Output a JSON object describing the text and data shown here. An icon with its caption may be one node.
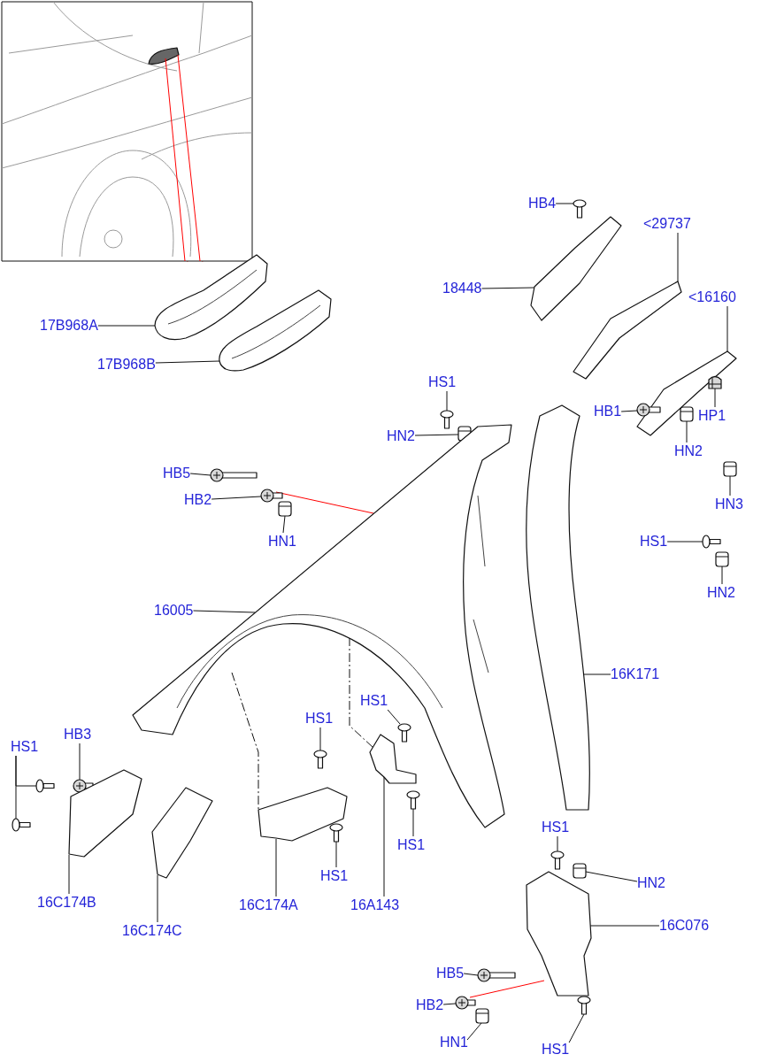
{
  "diagram": {
    "nodes": [
      {
        "text": [],
        "shape": "picture"
      },
      {
        "text": [],
        "shape": "picture"
      },
      {
        "text": [
          "17B968A"
        ]
      },
      {
        "text": [],
        "shape": "picture"
      },
      {
        "text": [
          "17B968B"
        ]
      },
      {
        "text": [],
        "shape": "picture"
      },
      {
        "text": [
          "HB4"
        ]
      },
      {
        "text": [],
        "shape": "picture"
      },
      {
        "text": [
          "18448"
        ]
      },
      {
        "text": [],
        "shape": "picture"
      },
      {
        "text": [
          "<29737"
        ]
      },
      {
        "text": [],
        "shape": "picture"
      },
      {
        "text": [
          "<16160"
        ]
      },
      {
        "text": [],
        "shape": "picture"
      },
      {
        "text": [
          "HB1"
        ]
      },
      {
        "text": [],
        "shape": "picture"
      },
      {
        "text": [
          "HP1"
        ]
      },
      {
        "text": [],
        "shape": "picture"
      },
      {
        "text": [
          "HN2"
        ]
      },
      {
        "text": [],
        "shape": "picture"
      },
      {
        "text": [
          "HN3"
        ]
      },
      {
        "text": [],
        "shape": "picture"
      },
      {
        "text": [
          "HS1"
        ]
      },
      {
        "text": [],
        "shape": "picture"
      },
      {
        "text": [
          "HN2"
        ]
      },
      {
        "text": [],
        "shape": "picture"
      },
      {
        "text": [
          "HS1"
        ]
      },
      {
        "text": [],
        "shape": "picture"
      },
      {
        "text": [
          "HN2"
        ]
      },
      {
        "text": [],
        "shape": "picture"
      },
      {
        "text": [
          "HB5"
        ]
      },
      {
        "text": [],
        "shape": "picture"
      },
      {
        "text": [
          "HB2"
        ]
      },
      {
        "text": [],
        "shape": "picture"
      },
      {
        "text": [
          "HN1"
        ]
      },
      {
        "text": [],
        "shape": "picture"
      },
      {
        "text": [
          "16005"
        ]
      },
      {
        "text": [],
        "shape": "picture"
      },
      {
        "text": [
          "16K171"
        ]
      },
      {
        "text": [
          "HS1"
        ]
      },
      {
        "text": [],
        "shape": "picture"
      },
      {
        "text": [],
        "shape": "picture"
      },
      {
        "text": [],
        "shape": "picture"
      },
      {
        "text": [
          "HB3"
        ]
      },
      {
        "text": [],
        "shape": "picture"
      },
      {
        "text": [
          "16C174B"
        ]
      },
      {
        "text": [],
        "shape": "picture"
      },
      {
        "text": [
          "16C174C"
        ]
      },
      {
        "text": [],
        "shape": "picture"
      },
      {
        "text": [
          "HS1"
        ]
      },
      {
        "text": [],
        "shape": "picture"
      },
      {
        "text": [
          "16C174A"
        ]
      },
      {
        "text": [],
        "shape": "picture"
      },
      {
        "text": [
          "HS1"
        ]
      },
      {
        "text": [],
        "shape": "picture"
      },
      {
        "text": [
          "HS1"
        ]
      },
      {
        "text": [],
        "shape": "picture"
      },
      {
        "text": [
          "16A143"
        ]
      },
      {
        "text": [],
        "shape": "picture"
      },
      {
        "text": [
          "HS1"
        ]
      },
      {
        "text": [],
        "shape": "picture"
      },
      {
        "text": [
          "HS1"
        ]
      },
      {
        "text": [],
        "shape": "picture"
      },
      {
        "text": [
          "HN2"
        ]
      },
      {
        "text": [],
        "shape": "picture"
      },
      {
        "text": [
          "16C076"
        ]
      },
      {
        "text": [],
        "shape": "picture"
      },
      {
        "text": [
          "HB5"
        ]
      },
      {
        "text": [],
        "shape": "picture"
      },
      {
        "text": [
          "HB2"
        ]
      },
      {
        "text": [],
        "shape": "picture"
      },
      {
        "text": [
          "HN1"
        ]
      },
      {
        "text": [],
        "shape": "picture"
      },
      {
        "text": [
          "HS1"
        ]
      }
    ],
    "edges": [
      {
        "from": 0,
        "to": 1,
        "arrow": "none",
        "color": "#ff0000"
      },
      {
        "from": 2,
        "to": 1,
        "arrow": "none"
      },
      {
        "from": 4,
        "to": 3,
        "arrow": "none"
      },
      {
        "from": 6,
        "to": 5,
        "arrow": "none"
      },
      {
        "from": 8,
        "to": 7,
        "arrow": "none"
      },
      {
        "from": 10,
        "to": 9,
        "arrow": "none"
      },
      {
        "from": 12,
        "to": 11,
        "arrow": "none"
      },
      {
        "from": 14,
        "to": 13,
        "arrow": "none"
      },
      {
        "from": 16,
        "to": 15,
        "arrow": "none"
      },
      {
        "from": 18,
        "to": 17,
        "arrow": "none"
      },
      {
        "from": 20,
        "to": 19,
        "arrow": "none"
      },
      {
        "from": 22,
        "to": 21,
        "arrow": "none"
      },
      {
        "from": 24,
        "to": 23,
        "arrow": "none"
      },
      {
        "from": 26,
        "to": 25,
        "arrow": "none"
      },
      {
        "from": 28,
        "to": 27,
        "arrow": "none"
      },
      {
        "from": 30,
        "to": 29,
        "arrow": "none"
      },
      {
        "from": 32,
        "to": 31,
        "arrow": "none"
      },
      {
        "from": 34,
        "to": 33,
        "arrow": "none"
      },
      {
        "from": 31,
        "to": 35,
        "arrow": "none",
        "color": "#ff0000"
      },
      {
        "from": 36,
        "to": 35,
        "arrow": "none"
      },
      {
        "from": 38,
        "to": 37,
        "arrow": "none"
      },
      {
        "from": 39,
        "to": 40,
        "arrow": "none"
      },
      {
        "from": 39,
        "to": 41,
        "arrow": "none"
      },
      {
        "from": 43,
        "to": 42,
        "arrow": "none"
      },
      {
        "from": 45,
        "to": 44,
        "arrow": "none"
      },
      {
        "from": 47,
        "to": 46,
        "arrow": "none"
      },
      {
        "from": 49,
        "to": 48,
        "arrow": "none"
      },
      {
        "from": 51,
        "to": 50,
        "arrow": "none"
      },
      {
        "from": 53,
        "to": 52,
        "arrow": "none"
      },
      {
        "from": 55,
        "to": 54,
        "arrow": "none"
      },
      {
        "from": 57,
        "to": 56,
        "arrow": "none"
      },
      {
        "from": 59,
        "to": 58,
        "arrow": "none"
      },
      {
        "from": 35,
        "to": 50,
        "arrow": "none",
        "style": "dashed"
      },
      {
        "from": 35,
        "to": 56,
        "arrow": "none",
        "style": "dashed"
      },
      {
        "from": 61,
        "to": 60,
        "arrow": "none"
      },
      {
        "from": 63,
        "to": 62,
        "arrow": "none"
      },
      {
        "from": 65,
        "to": 64,
        "arrow": "none"
      },
      {
        "from": 67,
        "to": 66,
        "arrow": "none"
      },
      {
        "from": 69,
        "to": 68,
        "arrow": "none"
      },
      {
        "from": 71,
        "to": 70,
        "arrow": "none"
      },
      {
        "from": 73,
        "to": 72,
        "arrow": "none"
      },
      {
        "from": 68,
        "to": 64,
        "arrow": "none",
        "color": "#ff0000"
      }
    ]
  }
}
